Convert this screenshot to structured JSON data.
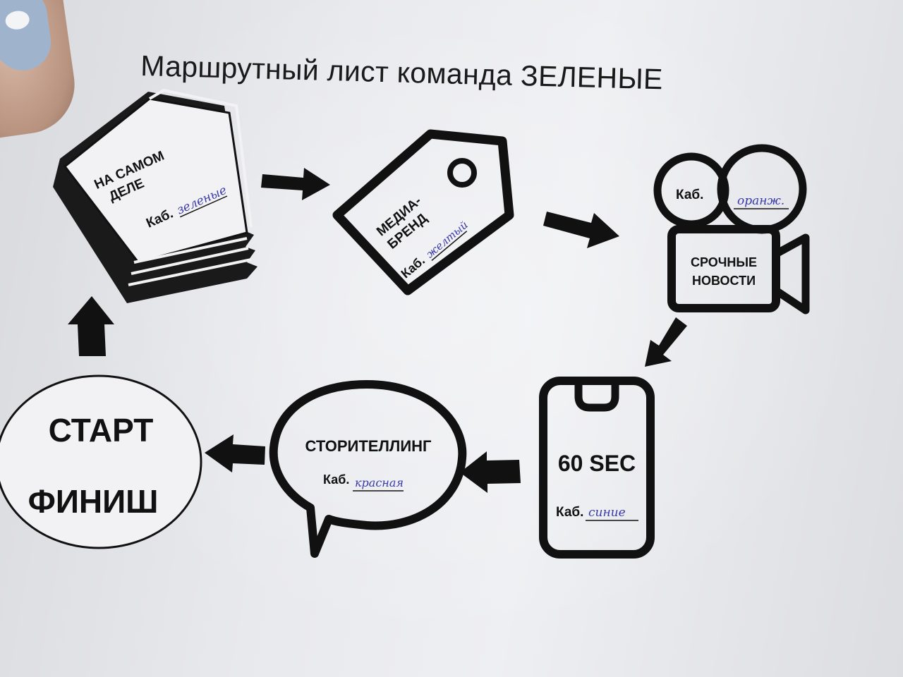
{
  "title": {
    "prefix": "Маршрутный лист команда",
    "team": "ЗЕЛЕНЫЕ"
  },
  "stations": {
    "book": {
      "line1": "НА САМОМ",
      "line2": "ДЕЛЕ",
      "room_label": "Каб.",
      "room_value": "зеленые"
    },
    "tag": {
      "line1": "МЕДИА-",
      "line2": "БРЕНД",
      "room_label": "Каб.",
      "room_value": "желтый"
    },
    "camera": {
      "room_label": "Каб.",
      "room_value": "оранж.",
      "line1": "СРОЧНЫЕ",
      "line2": "НОВОСТИ"
    },
    "phone": {
      "line1": "60 SEC",
      "room_label": "Каб.",
      "room_value": "синие"
    },
    "bubble": {
      "line1": "СТОРИТЕЛЛИНГ",
      "room_label": "Каб.",
      "room_value": "красная"
    },
    "start": {
      "line1": "СТАРТ",
      "line2": "ФИНИШ"
    }
  },
  "colors": {
    "ink": "#111111",
    "handwriting": "#3a3aa8",
    "paper": "#ececef"
  }
}
